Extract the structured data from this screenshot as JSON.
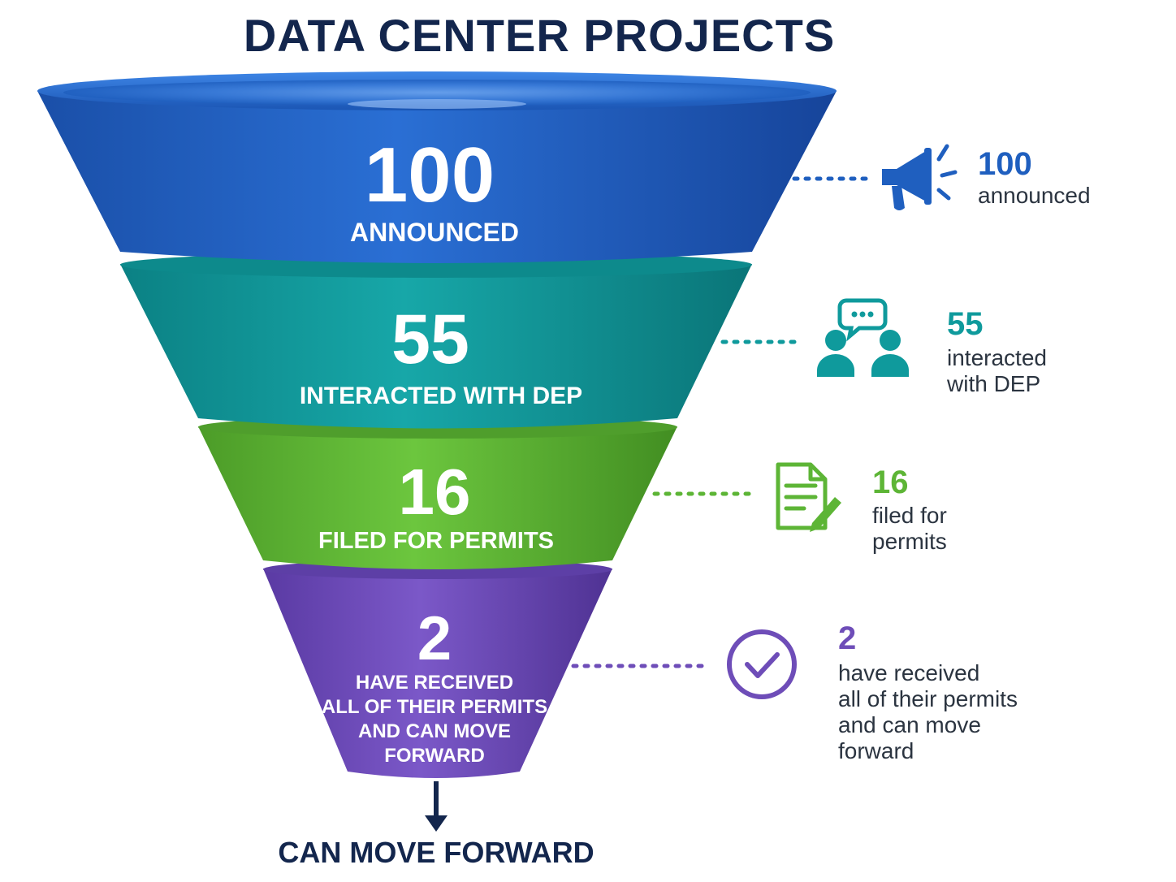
{
  "title": "DATA CENTER PROJECTS",
  "stages": [
    {
      "value": "100",
      "label": "ANNOUNCED",
      "side_value": "100",
      "side_lines": [
        "announced"
      ],
      "color": "#1f5fbf",
      "icon": "megaphone-icon"
    },
    {
      "value": "55",
      "label": "INTERACTED WITH DEP",
      "side_value": "55",
      "side_lines": [
        "interacted",
        "with DEP"
      ],
      "color": "#0f9a9c",
      "icon": "people-chat-icon"
    },
    {
      "value": "16",
      "label": "FILED FOR PERMITS",
      "side_value": "16",
      "side_lines": [
        "filed for",
        "permits"
      ],
      "color": "#5db536",
      "icon": "document-edit-icon"
    },
    {
      "value": "2",
      "label_lines": [
        "HAVE RECEIVED",
        "ALL OF THEIR PERMITS",
        "AND CAN MOVE",
        "FORWARD"
      ],
      "side_value": "2",
      "side_lines": [
        "have received",
        "all of their permits",
        "and can move",
        "forward"
      ],
      "color": "#6e4db8",
      "icon": "check-circle-icon"
    }
  ],
  "footer": "CAN MOVE FORWARD"
}
